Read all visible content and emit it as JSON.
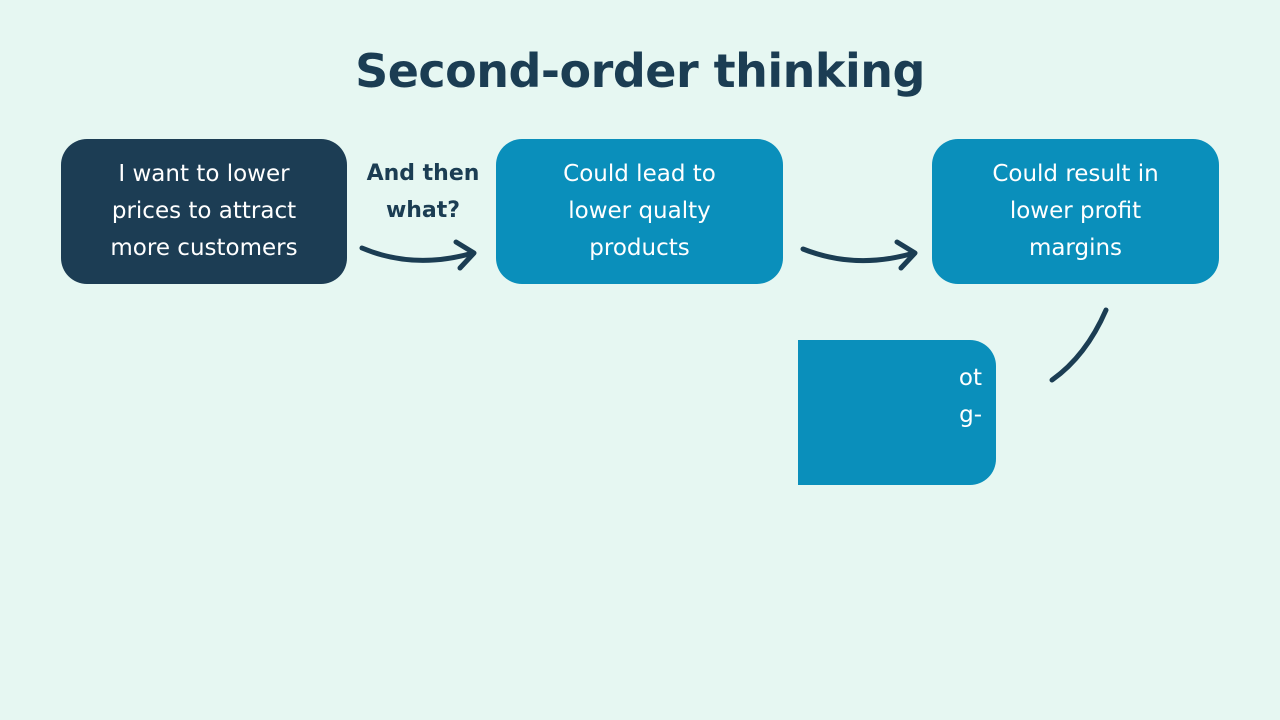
{
  "title": "Second-order thinking",
  "connector_label": "And then\nwhat?",
  "boxes": {
    "start": "I want to lower\nprices to attract\nmore customers",
    "second": "Could lead to\nlower qualty\nproducts",
    "third": "Could result in\nlower profit\nmargins",
    "fourth_fragment": "ot\ng-"
  },
  "colors": {
    "background": "#e6f7f2",
    "dark_box": "#1c3d54",
    "blue_box": "#0a8fbb",
    "text_dark": "#1b3d53"
  }
}
